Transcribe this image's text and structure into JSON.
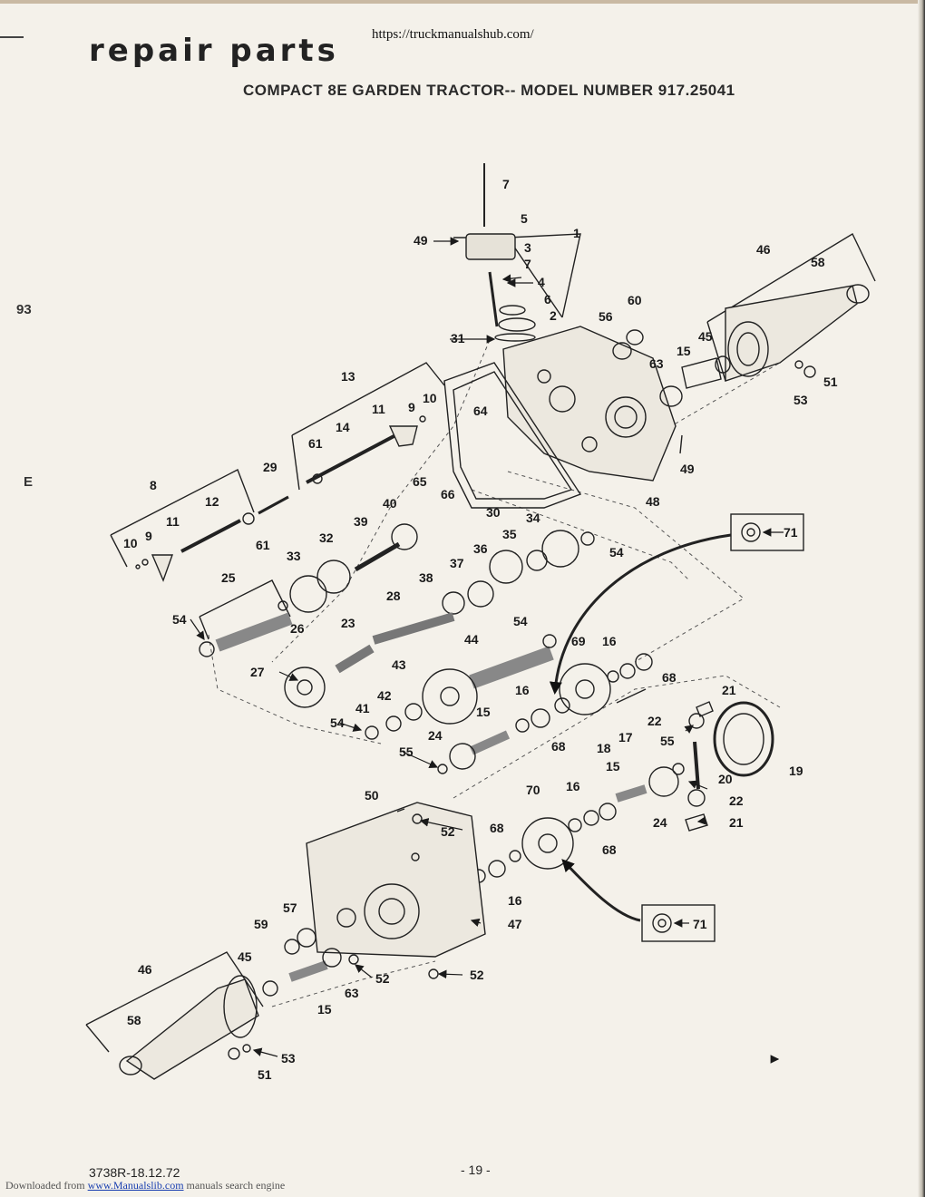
{
  "header": {
    "url": "https://truckmanualshub.com/",
    "title": "repair parts",
    "subtitle": "COMPACT 8E GARDEN TRACTOR-- MODEL NUMBER 917.25041"
  },
  "margin": {
    "left_top": "93",
    "left_mid": "E"
  },
  "parts": {
    "p1": "1",
    "p2": "2",
    "p3": "3",
    "p4": "4",
    "p5": "5",
    "p6": "6",
    "p7a": "7",
    "p7b": "7",
    "p49a": "49",
    "p31": "31",
    "p46a": "46",
    "p58a": "58",
    "p60": "60",
    "p56": "56",
    "p45a": "45",
    "p15a": "15",
    "p63a": "63",
    "p51a": "51",
    "p53a": "53",
    "p49b": "49",
    "p48": "48",
    "p13": "13",
    "p11a": "11",
    "p9a": "9",
    "p10a": "10",
    "p14": "14",
    "p61a": "61",
    "p64": "64",
    "p65": "65",
    "p66": "66",
    "p30": "30",
    "p29": "29",
    "p8": "8",
    "p12": "12",
    "p11b": "11",
    "p9b": "9",
    "p10b": "10",
    "p61b": "61",
    "p40": "40",
    "p39": "39",
    "p32": "32",
    "p33": "33",
    "p34": "34",
    "p35": "35",
    "p36": "36",
    "p37": "37",
    "p54a": "54",
    "p38": "38",
    "p28": "28",
    "p25": "25",
    "p54b": "54",
    "p26": "26",
    "p23": "23",
    "p54c": "54",
    "p44": "44",
    "p69": "69",
    "p16a": "16",
    "p68a": "68",
    "p27": "27",
    "p43": "43",
    "p42": "42",
    "p41": "41",
    "p54d": "54",
    "p16b": "16",
    "p15b": "15",
    "p24a": "24",
    "p55a": "55",
    "p68b": "68",
    "p18": "18",
    "p17": "17",
    "p21a": "21",
    "p22a": "22",
    "p19": "19",
    "p55b": "55",
    "p20": "20",
    "p15c": "15",
    "p70": "70",
    "p16c": "16",
    "p22b": "22",
    "p24b": "24",
    "p21b": "21",
    "p68c": "68",
    "p50": "50",
    "p52a": "52",
    "p68d": "68",
    "p16d": "16",
    "p47": "47",
    "p57": "57",
    "p59": "59",
    "p45b": "45",
    "p46b": "46",
    "p52b": "52",
    "p52c": "52",
    "p63b": "63",
    "p15d": "15",
    "p58b": "58",
    "p53b": "53",
    "p51b": "51",
    "p71a": "71",
    "p71b": "71"
  },
  "footer": {
    "code": "3738R-18.12.72",
    "page": "- 19 -",
    "download_prefix": "Downloaded from",
    "download_link": "www.Manualslib.com",
    "download_suffix": "manuals search engine"
  }
}
